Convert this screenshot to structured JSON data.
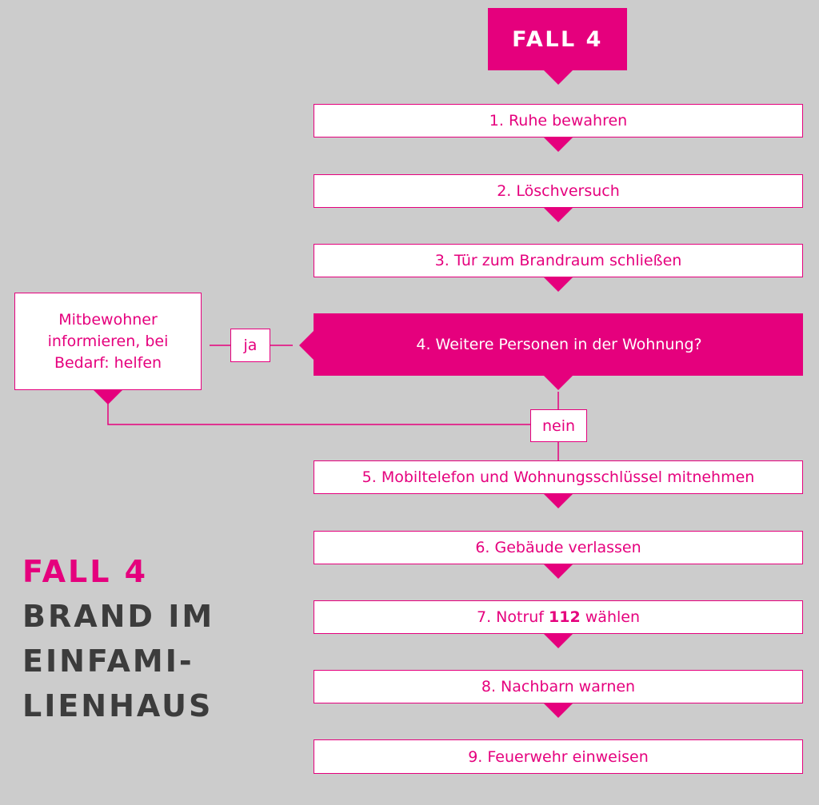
{
  "header": {
    "label": "FALL 4"
  },
  "steps": [
    {
      "label": "1. Ruhe bewahren"
    },
    {
      "label": "2. Löschversuch"
    },
    {
      "label": "3. Tür zum Brandraum schließen"
    },
    {
      "label": "4. Weitere Personen in der Wohnung?"
    },
    {
      "label": "5. Mobiltelefon und Wohnungsschlüssel mitnehmen"
    },
    {
      "label": "6. Gebäude verlassen"
    },
    {
      "label": "7. Notruf ",
      "emphasis": "112",
      "suffix": " wählen"
    },
    {
      "label": "8. Nachbarn warnen"
    },
    {
      "label": "9. Feuerwehr einweisen"
    }
  ],
  "branch": {
    "yes_label": "ja",
    "no_label": "nein",
    "side_action": "Mitbewohner informieren, bei Bedarf: helfen"
  },
  "title": {
    "line1": "FALL 4",
    "line2": "BRAND IM",
    "line3": "EINFAMI-",
    "line4": "LIENHAUS"
  },
  "colors": {
    "accent": "#e5007d",
    "background": "#cccccc",
    "text_dark": "#3c3c3c",
    "box_fill": "#ffffff"
  }
}
